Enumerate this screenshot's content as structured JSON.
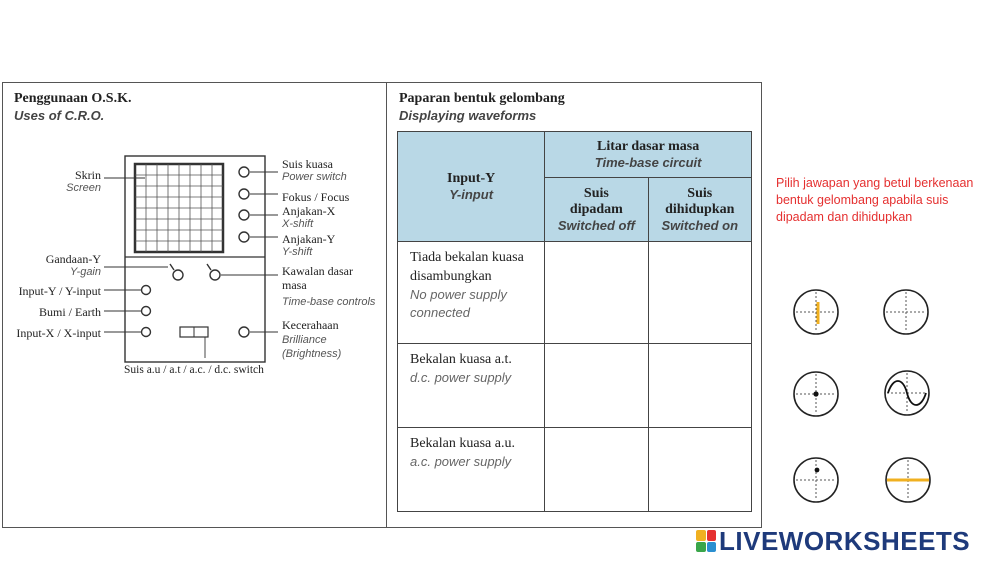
{
  "left_panel": {
    "title_ms": "Penggunaan O.S.K.",
    "title_en": "Uses of C.R.O.",
    "labels": {
      "screen_ms": "Skrin",
      "screen_en": "Screen",
      "power_ms": "Suis kuasa",
      "power_en": "Power switch",
      "focus": "Fokus / Focus",
      "xshift_ms": "Anjakan-X",
      "xshift_en": "X-shift",
      "yshift_ms": "Anjakan-Y",
      "yshift_en": "Y-shift",
      "ygain_ms": "Gandaan-Y",
      "ygain_en": "Y-gain",
      "timebase_ms1": "Kawalan dasar",
      "timebase_ms2": "masa",
      "timebase_en": "Time-base controls",
      "yinput": "Input-Y / Y-input",
      "earth": "Bumi / Earth",
      "xinput": "Input-X / X-input",
      "brightness_ms": "Kecerahaan",
      "brightness_en1": "Brilliance",
      "brightness_en2": "(Brightness)",
      "acdc": "Suis a.u / a.t / a.c. / d.c. switch"
    }
  },
  "right_panel": {
    "title_ms": "Paparan bentuk gelombang",
    "title_en": "Displaying waveforms",
    "table": {
      "col1_ms": "Input-Y",
      "col1_en": "Y-input",
      "group_ms": "Litar dasar masa",
      "group_en": "Time-base circuit",
      "off_ms1": "Suis",
      "off_ms2": "dipadam",
      "off_en": "Switched off",
      "on_ms1": "Suis",
      "on_ms2": "dihidupkan",
      "on_en": "Switched on",
      "rows": [
        {
          "ms": "Tiada bekalan kuasa disambungkan",
          "en": "No power supply connected"
        },
        {
          "ms": "Bekalan kuasa a.t.",
          "en": "d.c. power supply"
        },
        {
          "ms": "Bekalan kuasa a.u.",
          "en": "a.c. power supply"
        }
      ]
    }
  },
  "instruction": "Pilih jawapan yang betul berkenaan bentuk gelombang apabila suis dipadam dan dihidupkan",
  "options": [
    {
      "id": "vertical-line",
      "mark": "vertical line"
    },
    {
      "id": "blank",
      "mark": "none"
    },
    {
      "id": "dot-center",
      "mark": "dot at center"
    },
    {
      "id": "sine-wave",
      "mark": "sine wave"
    },
    {
      "id": "dot-up",
      "mark": "dot shifted up"
    },
    {
      "id": "horizontal-line",
      "mark": "horizontal line"
    }
  ],
  "logo": {
    "text": "LIVEWORKSHEETS"
  },
  "colors": {
    "instruction": "#e53030",
    "table_header": "#b9d8e6",
    "trace_highlight": "#f0b020",
    "logo": "#1e3a7b"
  }
}
